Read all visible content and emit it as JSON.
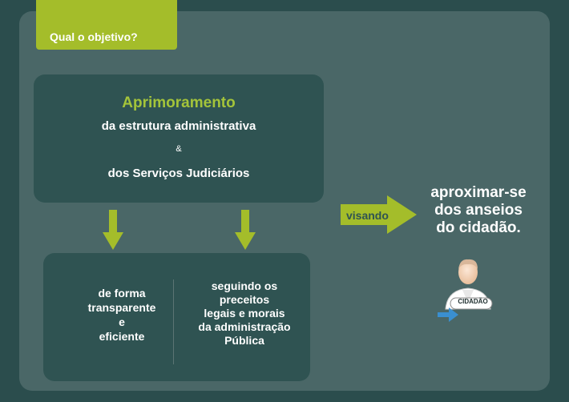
{
  "header": {
    "question": "Qual o objetivo?"
  },
  "top_box": {
    "title": "Aprimoramento",
    "line1": "da estrutura administrativa",
    "connector": "&",
    "line2": "dos Serviços Judiciários"
  },
  "bottom_box": {
    "left_lines": [
      "de forma",
      "transparente",
      "e",
      "eficiente"
    ],
    "right_lines": [
      "seguindo os",
      "preceitos",
      "legais e morais",
      "da administração",
      "Pública"
    ]
  },
  "arrow": {
    "label": "visando"
  },
  "goal_lines": [
    "aproximar-se",
    "dos anseios",
    "do cidadão."
  ],
  "citizen": {
    "label": "CIDADÃO"
  },
  "colors": {
    "background": "#2b4d4d",
    "panel": "#4a6767",
    "accent": "#a4bd2a",
    "box": "#2f5352",
    "icon_arrow": "#3a8fd0"
  }
}
